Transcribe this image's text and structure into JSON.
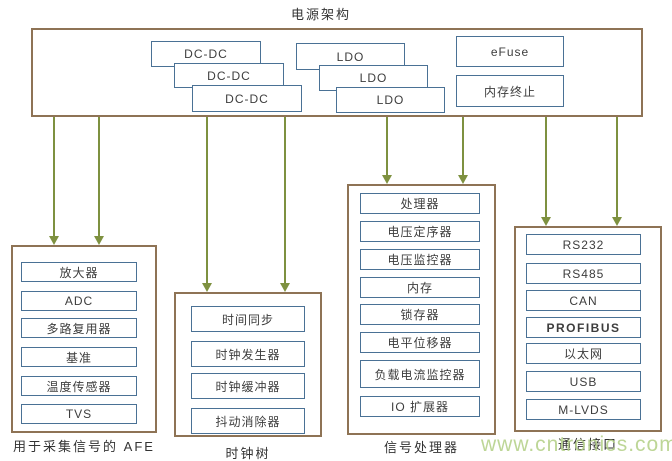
{
  "title": "电源架构",
  "watermark": "www.cntronics.com",
  "colors": {
    "outer_border": "#8e7355",
    "inner_border": "#4a7195",
    "arrow": "#7e9140",
    "text": "#3d3d3d",
    "watermark": "#b5d189"
  },
  "power_box": {
    "dcdc_labels": [
      "DC-DC",
      "DC-DC",
      "DC-DC"
    ],
    "ldo_labels": [
      "LDO",
      "LDO",
      "LDO"
    ],
    "efuse_label": "eFuse",
    "memory_termination_label": "内存终止"
  },
  "groups": [
    {
      "name": "afe",
      "label": "用于采集信号的 AFE",
      "items": [
        "放大器",
        "ADC",
        "多路复用器",
        "基准",
        "温度传感器",
        "TVS"
      ]
    },
    {
      "name": "clock-tree",
      "label": "时钟树",
      "items": [
        "时间同步",
        "时钟发生器",
        "时钟缓冲器",
        "抖动消除器"
      ]
    },
    {
      "name": "signal-processor",
      "label": "信号处理器",
      "items": [
        "处理器",
        "电压定序器",
        "电压监控器",
        "内存",
        "锁存器",
        "电平位移器",
        "负载电流监控器",
        "IO 扩展器"
      ]
    },
    {
      "name": "comm-interface",
      "label": "通信接口",
      "items": [
        "RS232",
        "RS485",
        "CAN",
        "PROFIBUS",
        "以太网",
        "USB",
        "M-LVDS"
      ]
    }
  ]
}
